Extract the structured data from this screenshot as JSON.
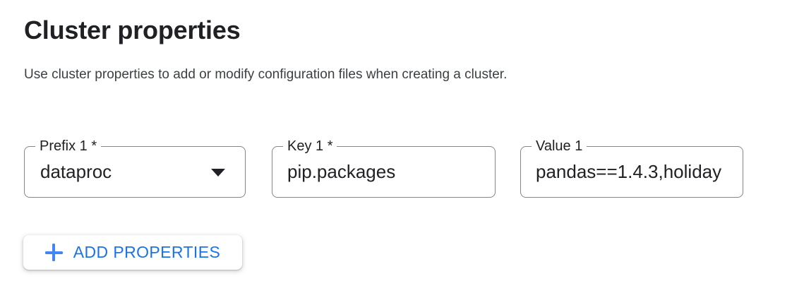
{
  "page": {
    "title": "Cluster properties",
    "description": "Use cluster properties to add or modify configuration files when creating a cluster."
  },
  "fields": {
    "prefix": {
      "label": "Prefix 1 *",
      "value": "dataproc",
      "icon": "arrow-drop-down-icon",
      "required": true
    },
    "key": {
      "label": "Key 1 *",
      "value": "pip.packages",
      "required": true
    },
    "value": {
      "label": "Value 1",
      "value": "pandas==1.4.3,holiday",
      "required": false
    }
  },
  "buttons": {
    "add_properties": {
      "label": "ADD PROPERTIES",
      "icon": "plus-icon"
    }
  },
  "colors": {
    "accent_blue": "#1a73e8",
    "plus_blue": "#4285f4",
    "text_primary": "#202124",
    "text_secondary": "#3c4043",
    "field_border": "#80868b"
  }
}
